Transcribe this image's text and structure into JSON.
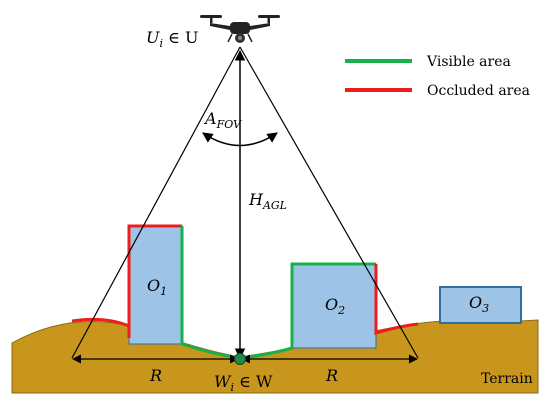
{
  "labels": {
    "uav": "U",
    "uav_sub": "i",
    "uav_set": " ∈ U",
    "fov": "A",
    "fov_sub": "FOV",
    "height": "H",
    "height_sub": "AGL",
    "radius_left": "R",
    "radius_right": "R",
    "waypoint": "W",
    "waypoint_sub": "i",
    "waypoint_set": " ∈ W",
    "terrain": "Terrain",
    "obstacle_1": "O",
    "obstacle_1_sub": "1",
    "obstacle_2": "O",
    "obstacle_2_sub": "2",
    "obstacle_3": "O",
    "obstacle_3_sub": "3"
  },
  "legend": [
    {
      "label": "Visible area",
      "color": "#18b04a"
    },
    {
      "label": "Occluded area",
      "color": "#ee1c1c"
    }
  ],
  "colors": {
    "terrain": "#c8961c",
    "terrain_stroke": "#8a6a14",
    "obstacle_fill": "#9dc3e6",
    "obstacle_stroke": "#2f6f9f",
    "waypoint": "#1e8a4a"
  },
  "icons": {
    "drone": "drone-icon"
  }
}
